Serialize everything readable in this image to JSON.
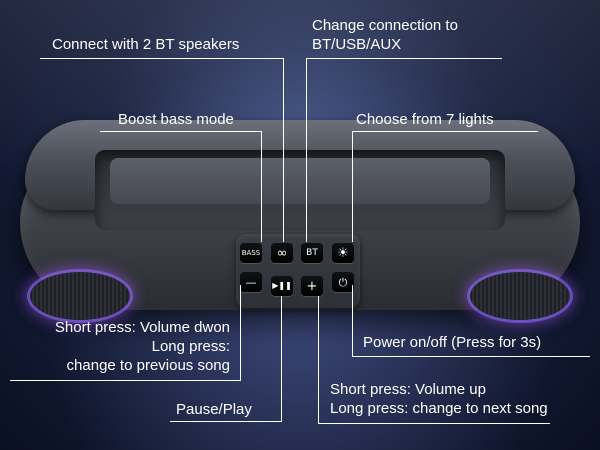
{
  "callouts": {
    "connect_two_speakers": "Connect with 2 BT speakers",
    "change_connection": [
      "Change connection to",
      "BT/USB/AUX"
    ],
    "boost_bass": "Boost bass mode",
    "choose_lights": "Choose from 7 lights",
    "volume_down": [
      "Short press: Volume dwon",
      "Long press:",
      "change to previous song"
    ],
    "power": "Power on/off (Press for 3s)",
    "pause_play": "Pause/Play",
    "volume_up": [
      "Short press: Volume up",
      "Long press: change to next song"
    ]
  },
  "buttons": {
    "bass": "BASS",
    "link": "∞",
    "bt": "BT",
    "light": "☀",
    "minus": "—",
    "play_pause": "▶❚❚",
    "plus": "+",
    "power": "⏻"
  },
  "colors": {
    "text": "#ffffff",
    "speaker_body": "#4a4e56",
    "button": "#000000",
    "rgb_glow": "#aa5aff"
  }
}
